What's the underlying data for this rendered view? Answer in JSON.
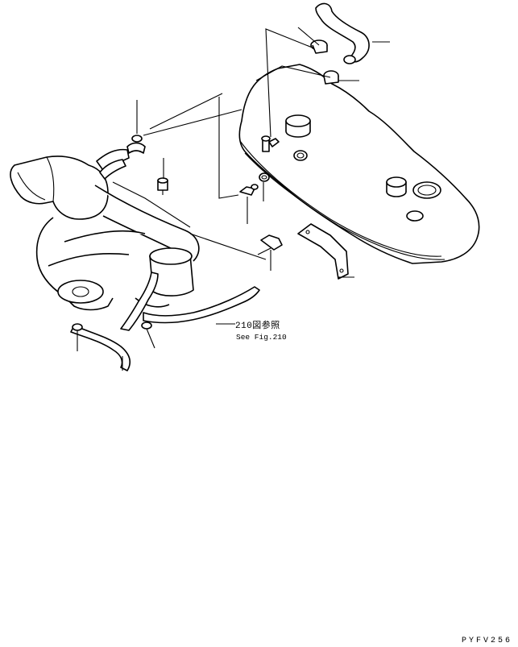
{
  "reference": {
    "jp_label": "210図参照",
    "en_label": "See Fig.210"
  },
  "drawing_code": "PYFV256",
  "leaders": [
    {
      "name": "leader-hose-top"
    },
    {
      "name": "leader-clamp-top"
    },
    {
      "name": "leader-clamp-upper-right"
    },
    {
      "name": "leader-clamp-left"
    },
    {
      "name": "leader-bolt"
    },
    {
      "name": "leader-fitting-a"
    },
    {
      "name": "leader-fitting-b"
    },
    {
      "name": "leader-clip"
    },
    {
      "name": "leader-bracket"
    },
    {
      "name": "leader-hose-lower-left"
    },
    {
      "name": "leader-hose-lower-mid"
    }
  ]
}
